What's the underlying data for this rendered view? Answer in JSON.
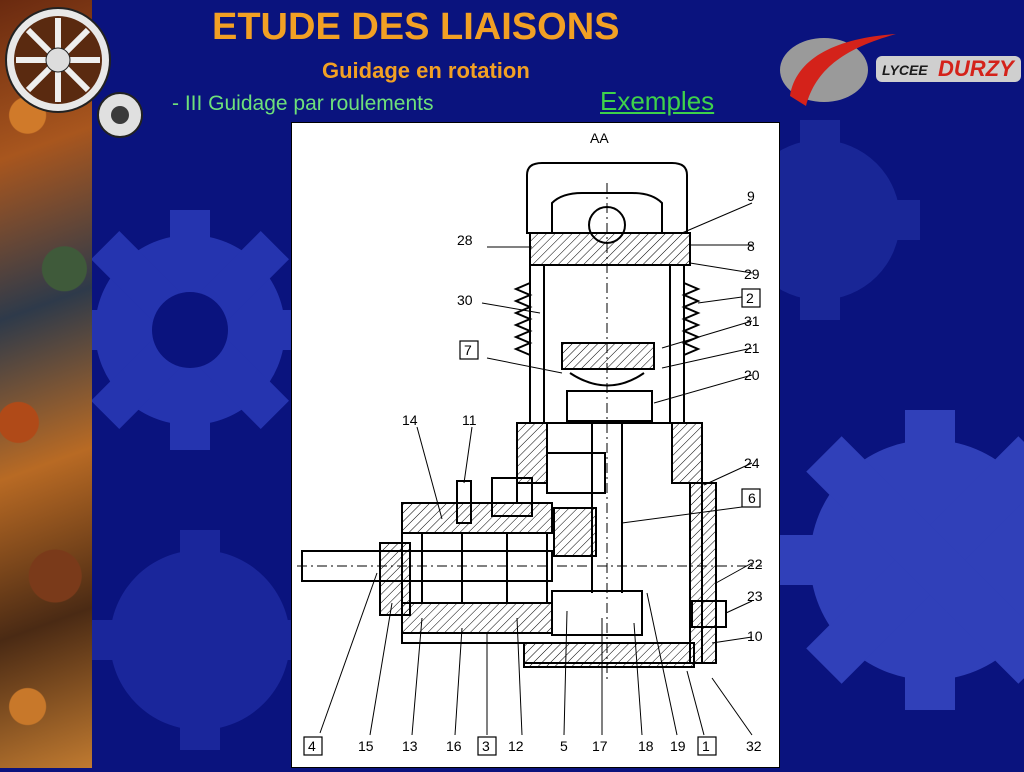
{
  "slide": {
    "title": "ETUDE DES LIAISONS",
    "subtitle": "Guidage en rotation",
    "section": "- III Guidage par roulements",
    "link": "Exemples"
  },
  "logo": {
    "word1": "LYCEE",
    "word2": "DURZY",
    "colors": {
      "red": "#d4221a",
      "dark": "#1a1a1a"
    }
  },
  "drawing": {
    "view_label": "AA",
    "labels_right": [
      "9",
      "8",
      "29",
      "2",
      "31",
      "21",
      "20",
      "24",
      "6",
      "22",
      "23",
      "10"
    ],
    "labels_left": [
      "28",
      "30",
      "7",
      "14",
      "11"
    ],
    "labels_bottom": [
      "4",
      "15",
      "13",
      "16",
      "3",
      "12",
      "5",
      "17",
      "18",
      "19",
      "1",
      "32"
    ]
  },
  "colors": {
    "background": "#0a137e",
    "title": "#f2a024",
    "section": "#6ee07a",
    "link": "#3ed24a"
  }
}
